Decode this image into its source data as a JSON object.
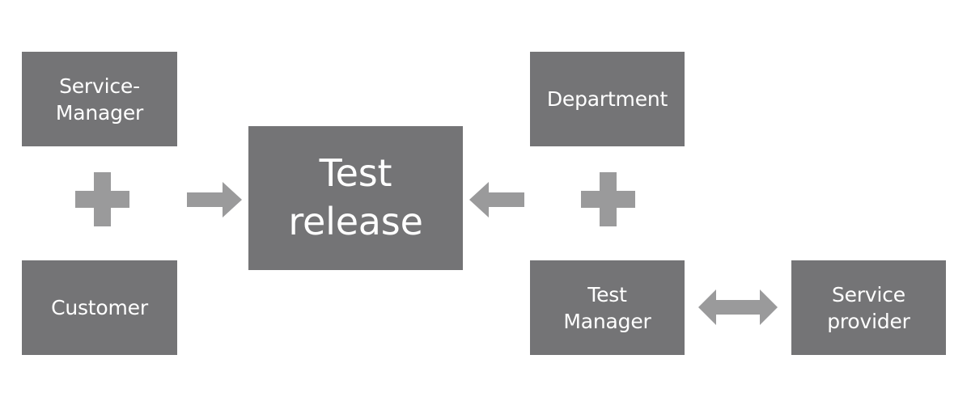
{
  "boxes": {
    "service_manager": "Service-\nManager",
    "customer": "Customer",
    "test_release": "Test\nrelease",
    "department": "Department",
    "test_manager": "Test\nManager",
    "service_provider": "Service\nprovider"
  },
  "colors": {
    "box_fill": "#747476",
    "connector_fill": "#9a9a9b",
    "text": "#ffffff",
    "background": "#ffffff"
  },
  "icons": {
    "left_plus": "plus-icon",
    "right_plus": "plus-icon",
    "left_arrow": "arrow-right-icon",
    "right_arrow": "arrow-left-icon",
    "bidirectional": "double-arrow-icon"
  }
}
